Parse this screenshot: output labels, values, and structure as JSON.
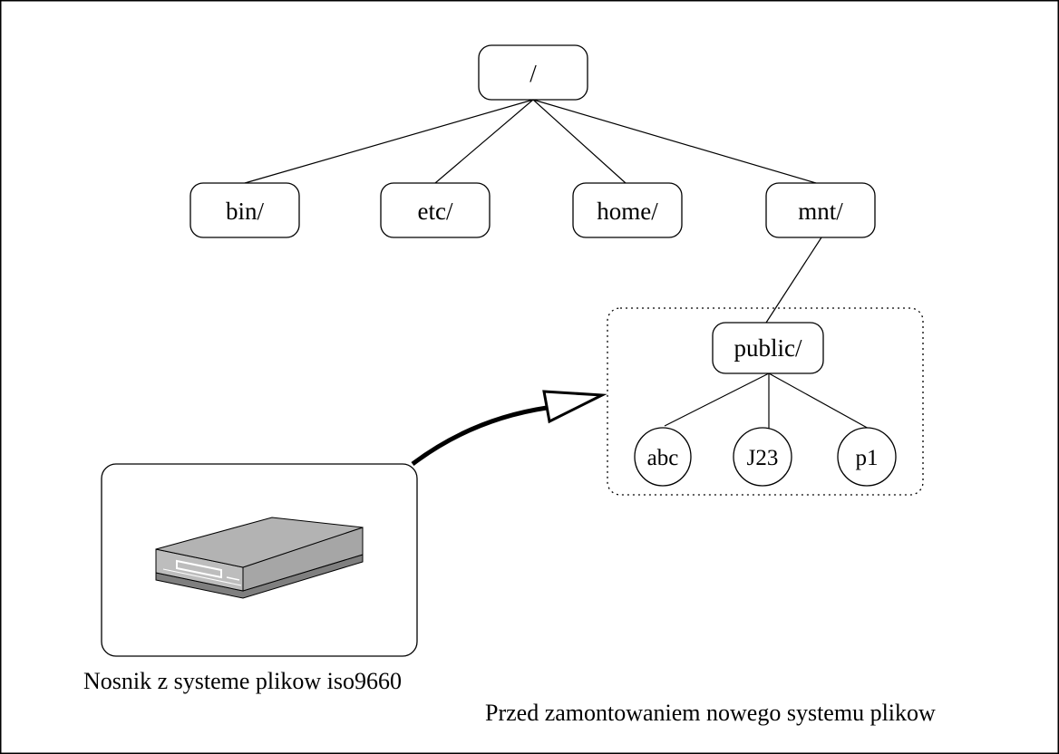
{
  "tree": {
    "root": {
      "label": "/"
    },
    "children": [
      {
        "label": "bin/"
      },
      {
        "label": "etc/"
      },
      {
        "label": "home/"
      },
      {
        "label": "mnt/"
      }
    ],
    "mounted": {
      "label": "public/",
      "children": [
        {
          "label": "abc"
        },
        {
          "label": "J23"
        },
        {
          "label": "p1"
        }
      ]
    }
  },
  "device": {
    "icon": "disk-drive-icon",
    "caption": "Nosnik z systeme plikow iso9660"
  },
  "caption": "Przed zamontowaniem nowego systemu plikow",
  "colors": {
    "line": "#000000",
    "background": "#ffffff",
    "drive_top": "#b3b3b3",
    "drive_front": "#bdbdbd",
    "drive_base": "#7f7f7f"
  }
}
